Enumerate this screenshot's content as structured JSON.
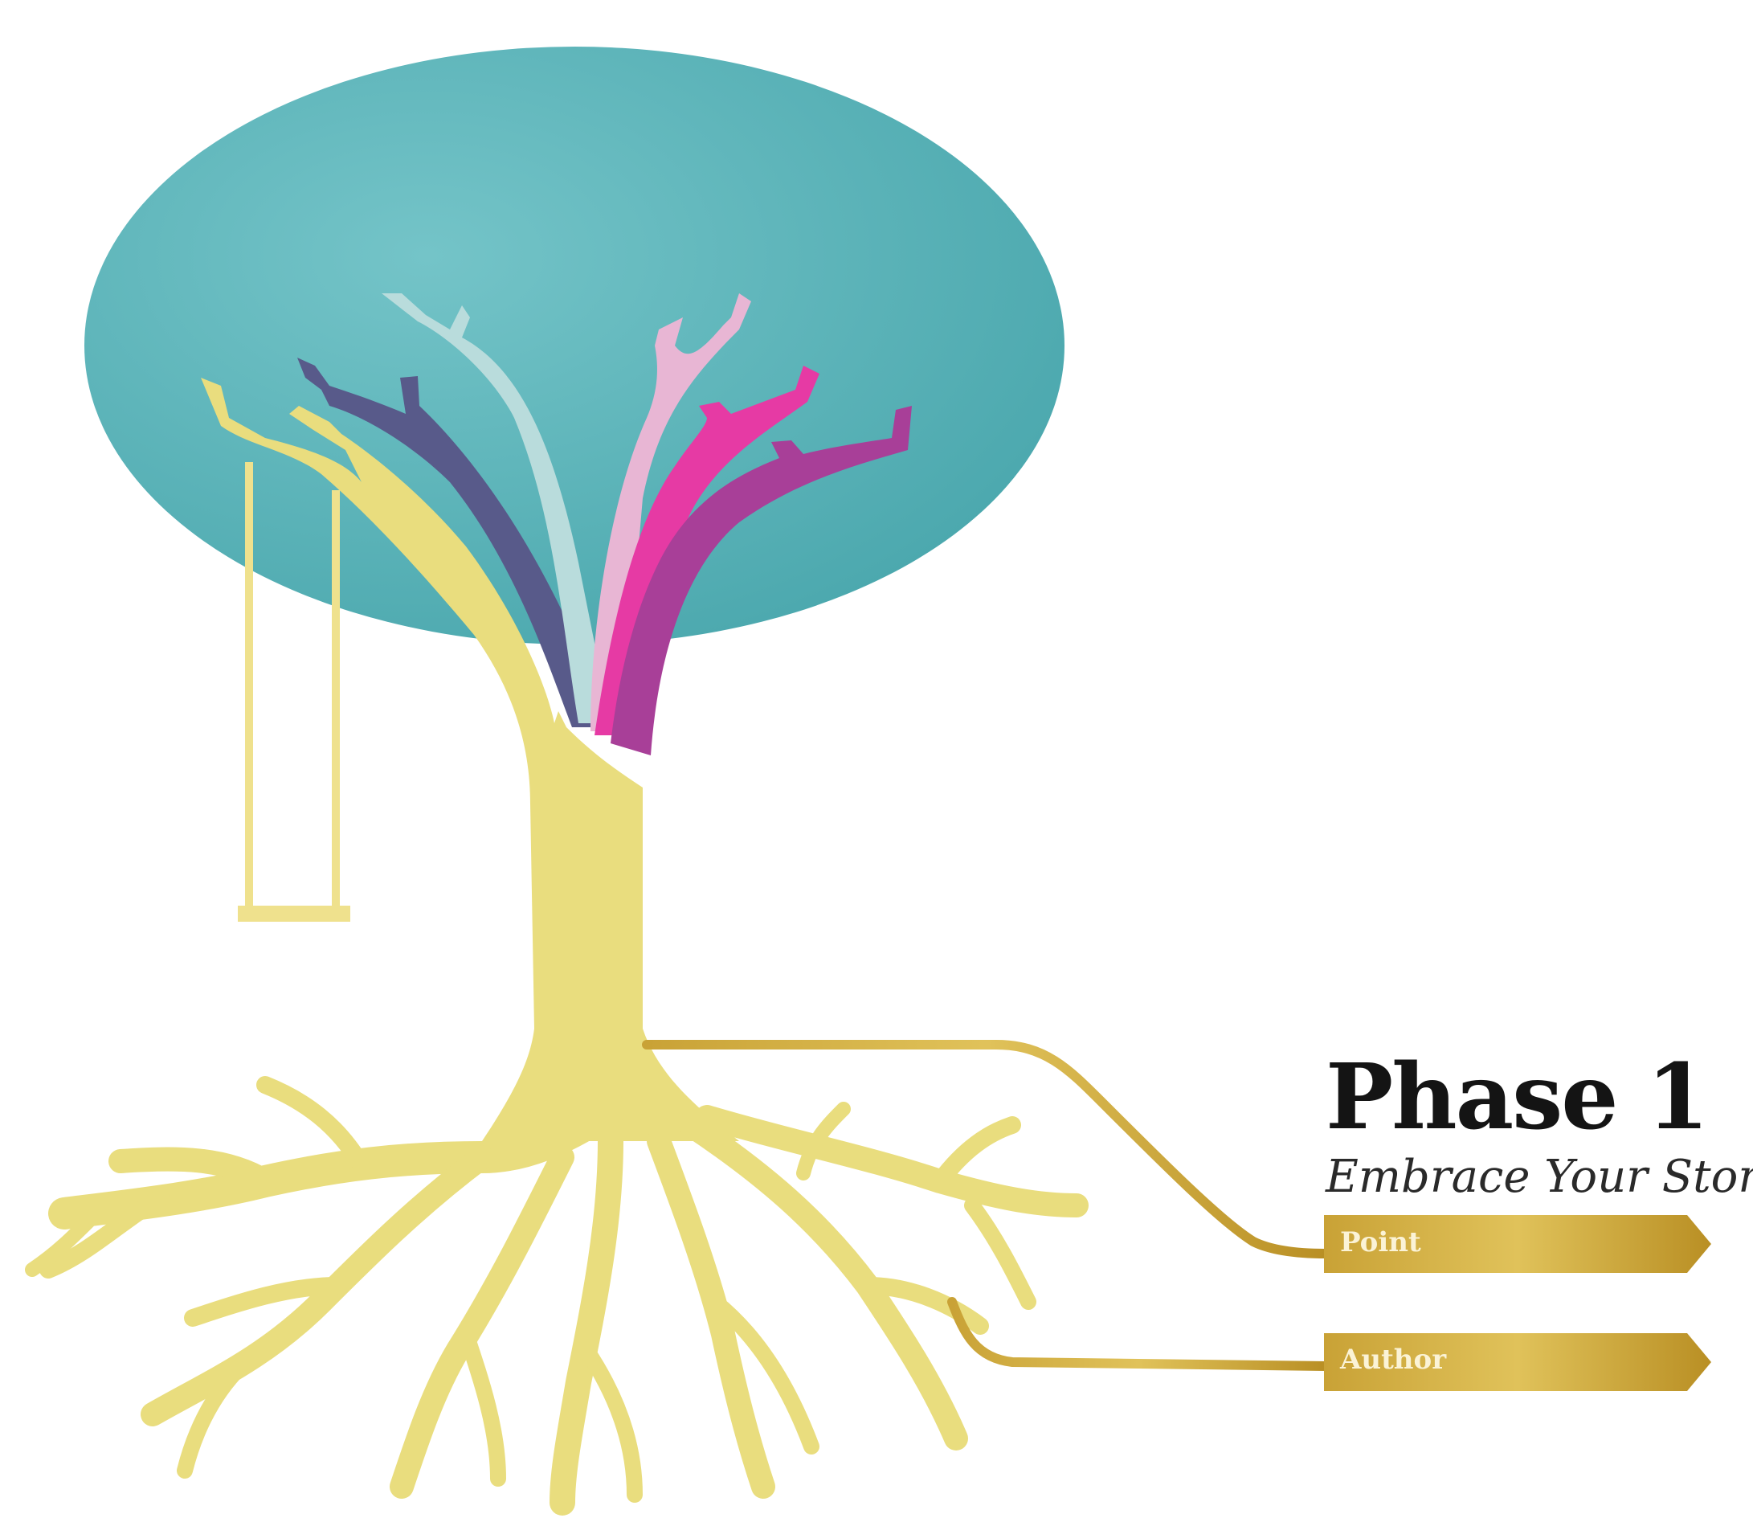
{
  "phase": {
    "title": "Phase 1",
    "subtitle": "Embrace Your Story"
  },
  "tags": [
    {
      "label": "Point"
    },
    {
      "label": "Author"
    }
  ],
  "colors": {
    "canopy": "#5bb6bb",
    "trunk": "#e9dd7e",
    "swing": "#efe18d",
    "branch_navy": "#585a8a",
    "branch_lightblue": "#b9dcdc",
    "branch_pink_light": "#e8b6d4",
    "branch_magenta": "#e63aa4",
    "branch_purple": "#a83f98",
    "gold": "#cda63a",
    "title_text": "#141414"
  },
  "icons": [
    "tree-illustration",
    "swing-icon",
    "tag-arrow-icon"
  ]
}
